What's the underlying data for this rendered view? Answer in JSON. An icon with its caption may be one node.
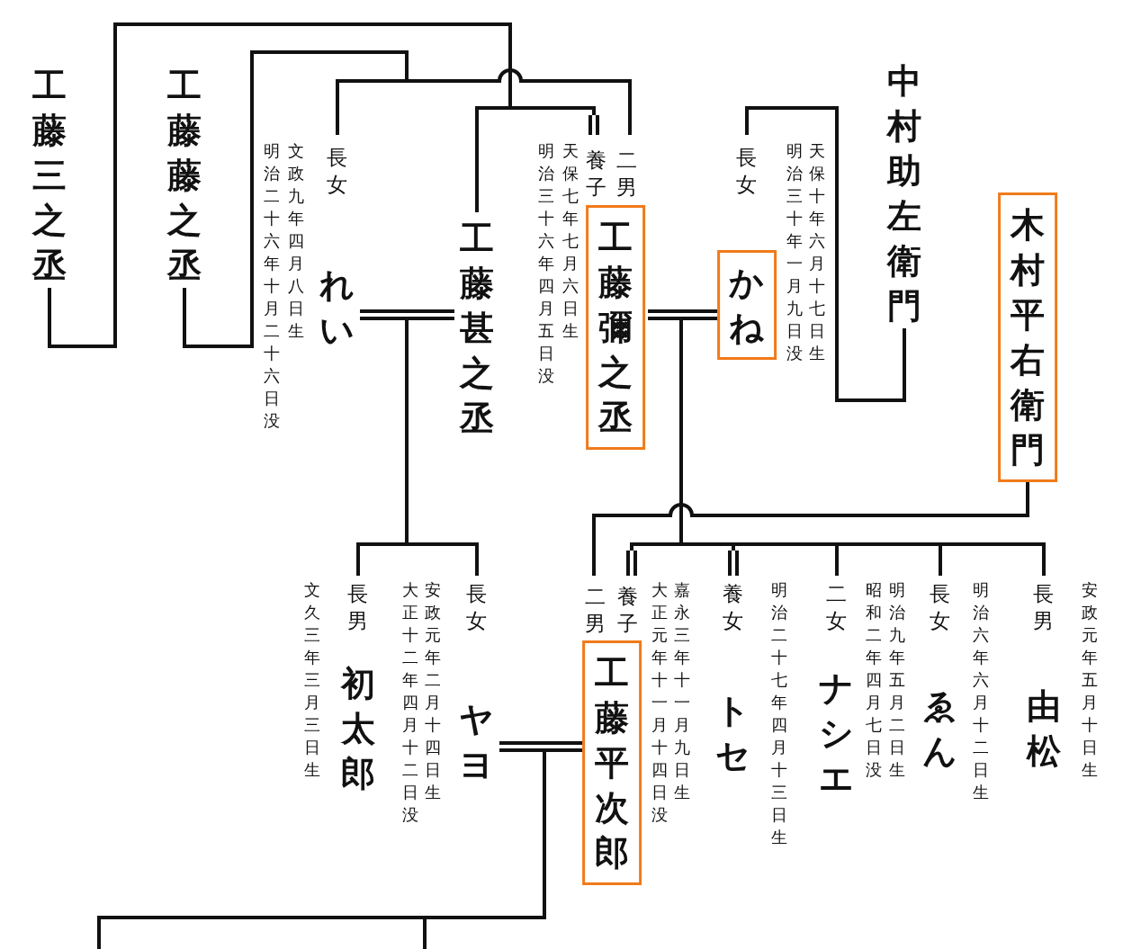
{
  "diagram": {
    "nodes": [
      {
        "text": [
          "工藤三之丞"
        ]
      },
      {
        "text": [
          "工藤藤之丞"
        ]
      },
      {
        "text": [
          "長女",
          "れい"
        ],
        "beside": [
          "文政九年四月八日生",
          "明治二十六年十月二十六日没"
        ]
      },
      {
        "text": [
          "工藤甚之丞"
        ]
      },
      {
        "text": [
          "養子",
          "二男",
          "工藤彌之丞"
        ],
        "beside": [
          "天保七年七月六日生",
          "明治三十六年四月五日没"
        ]
      },
      {
        "text": [
          "長女",
          "かね"
        ],
        "beside": [
          "天保十年六月十七日生",
          "明治三十年一月九日没"
        ]
      },
      {
        "text": [
          "中村助左衛門"
        ]
      },
      {
        "text": [
          "木村平右衛門"
        ]
      },
      {
        "text": [
          "長男",
          "初太郎"
        ],
        "beside": [
          "文久三年三月三日生"
        ]
      },
      {
        "text": [
          "長女",
          "ヤヨ"
        ],
        "beside": [
          "安政元年二月十四日生",
          "大正十二年四月十二日没"
        ]
      },
      {
        "text": [
          "二男",
          "養子",
          "工藤平次郎"
        ],
        "beside": [
          "嘉永三年十一月九日生",
          "大正元年十一月十四日没"
        ]
      },
      {
        "text": [
          "養女",
          "トセ"
        ],
        "beside": [
          "明治二十七年四月十三日生"
        ]
      },
      {
        "text": [
          "二女",
          "ナシエ"
        ],
        "beside": [
          "明治九年五月二日生",
          "昭和二年四月七日没"
        ]
      },
      {
        "text": [
          "長女",
          "ゑん"
        ],
        "beside": [
          "明治六年六月十二日生"
        ]
      },
      {
        "text": [
          "長男",
          "由松"
        ],
        "beside": [
          "安政元年五月十日生"
        ]
      }
    ],
    "edges": [
      {
        "from": 1,
        "to": 2,
        "arrow": "none"
      },
      {
        "from": 1,
        "to": 4,
        "arrow": "none"
      },
      {
        "from": 0,
        "to": 3,
        "arrow": "none"
      },
      {
        "from": 0,
        "to": 4,
        "arrow": "none"
      },
      {
        "from": 2,
        "to": 3,
        "arrow": "none"
      },
      {
        "from": 6,
        "to": 5,
        "arrow": "none"
      },
      {
        "from": 4,
        "to": 5,
        "arrow": "none"
      },
      {
        "from": 7,
        "to": 10,
        "arrow": "none"
      },
      {
        "from": 2,
        "to": 8,
        "arrow": "none"
      },
      {
        "from": 3,
        "to": 8,
        "arrow": "none"
      },
      {
        "from": 2,
        "to": 9,
        "arrow": "none"
      },
      {
        "from": 3,
        "to": 9,
        "arrow": "none"
      },
      {
        "from": 4,
        "to": 10,
        "arrow": "none"
      },
      {
        "from": 5,
        "to": 10,
        "arrow": "none"
      },
      {
        "from": 4,
        "to": 11,
        "arrow": "none"
      },
      {
        "from": 5,
        "to": 11,
        "arrow": "none"
      },
      {
        "from": 4,
        "to": 12,
        "arrow": "none"
      },
      {
        "from": 5,
        "to": 12,
        "arrow": "none"
      },
      {
        "from": 4,
        "to": 13,
        "arrow": "none"
      },
      {
        "from": 5,
        "to": 13,
        "arrow": "none"
      },
      {
        "from": 4,
        "to": 14,
        "arrow": "none"
      },
      {
        "from": 5,
        "to": 14,
        "arrow": "none"
      },
      {
        "from": 9,
        "to": 10,
        "arrow": "none"
      },
      {
        "from": 9,
        "to": null,
        "arrow": "none"
      },
      {
        "from": 10,
        "to": null,
        "arrow": "none"
      },
      {
        "from": 9,
        "to": null,
        "arrow": "none"
      },
      {
        "from": 10,
        "to": null,
        "arrow": "none"
      }
    ]
  }
}
